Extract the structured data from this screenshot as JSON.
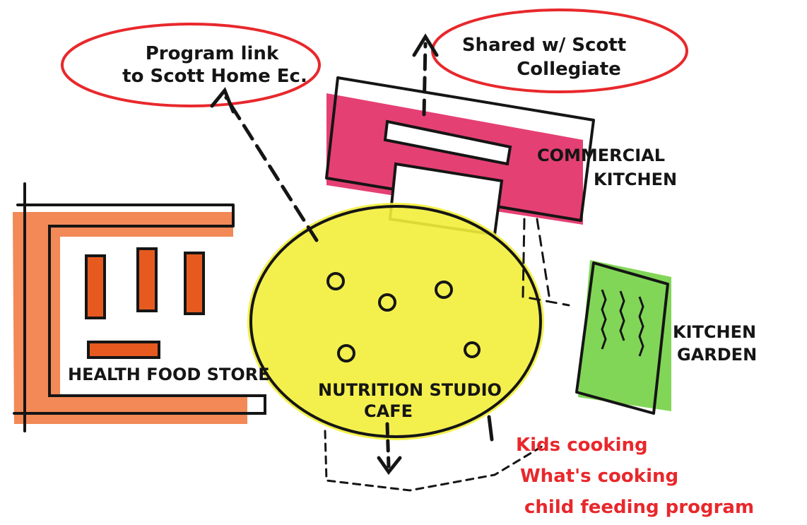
{
  "labels": {
    "program_link_1": "Program link",
    "program_link_2": "to Scott Home Ec.",
    "shared_1": "Shared w/ Scott",
    "shared_2": "Collegiate",
    "commercial_1": "COMMERCIAL",
    "commercial_2": "KITCHEN",
    "garden_1": "KITCHEN",
    "garden_2": "GARDEN",
    "store": "HEALTH FOOD STORE",
    "studio": "NUTRITION STUDIO",
    "cafe": "CAFE",
    "kids_1": "Kids cooking",
    "kids_2": "What's cooking",
    "kids_3": "child feeding program"
  },
  "colors": {
    "ink": "#151515",
    "annotation_red": "#e8282c",
    "store_orange": "#f0743a",
    "kitchen_magenta": "#e01e5a",
    "studio_yellow": "#f2ee3a",
    "garden_green": "#6ccf3a"
  }
}
